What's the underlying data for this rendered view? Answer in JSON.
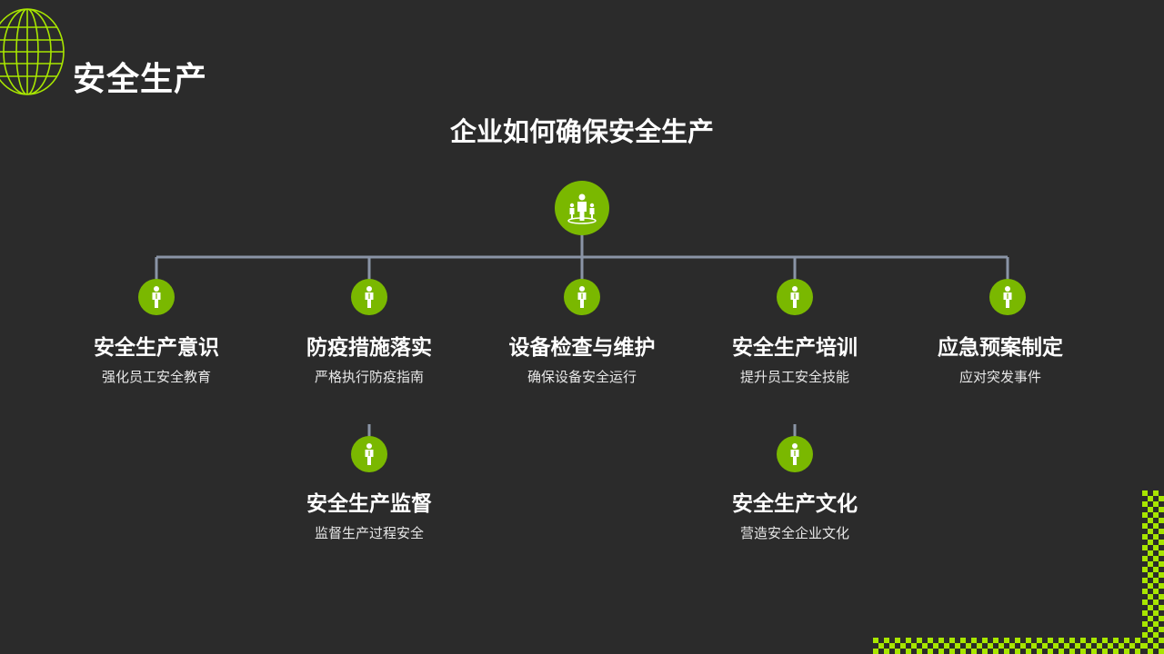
{
  "header": {
    "title": "安全生产"
  },
  "diagram": {
    "title": "企业如何确保安全生产",
    "root_icon": "people-group-icon",
    "nodes": [
      {
        "title": "安全生产意识",
        "subtitle": "强化员工安全教育",
        "icon": "person-icon"
      },
      {
        "title": "防疫措施落实",
        "subtitle": "严格执行防疫指南",
        "icon": "person-icon"
      },
      {
        "title": "设备检查与维护",
        "subtitle": "确保设备安全运行",
        "icon": "person-icon"
      },
      {
        "title": "安全生产培训",
        "subtitle": "提升员工安全技能",
        "icon": "person-icon"
      },
      {
        "title": "应急预案制定",
        "subtitle": "应对突发事件",
        "icon": "person-icon"
      }
    ],
    "sub_nodes": [
      {
        "parent": "防疫措施落实",
        "title": "安全生产监督",
        "subtitle": "监督生产过程安全",
        "icon": "person-icon"
      },
      {
        "parent": "安全生产培训",
        "title": "安全生产文化",
        "subtitle": "营造安全企业文化",
        "icon": "person-icon"
      }
    ]
  },
  "colors": {
    "background": "#2b2b2b",
    "accent": "#7ab800",
    "checker": "#a8e600",
    "connector": "#8a94a6"
  }
}
